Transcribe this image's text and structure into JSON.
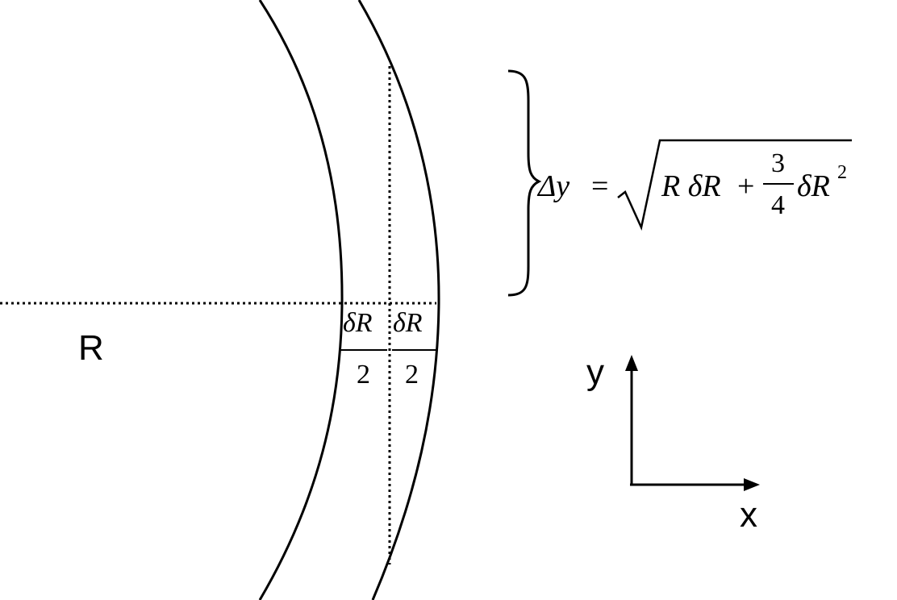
{
  "labels": {
    "radius": "R",
    "axis_y": "y",
    "axis_x": "x"
  },
  "half_thickness": {
    "numerator": "δR",
    "denominator": "2"
  },
  "equation": {
    "lhs": "Δy",
    "equals": "=",
    "term1": "R δR",
    "plus": "+",
    "coef_num": "3",
    "coef_den": "4",
    "term2": "δR",
    "exponent": "2"
  },
  "colors": {
    "stroke": "#000000",
    "background": "#ffffff"
  }
}
